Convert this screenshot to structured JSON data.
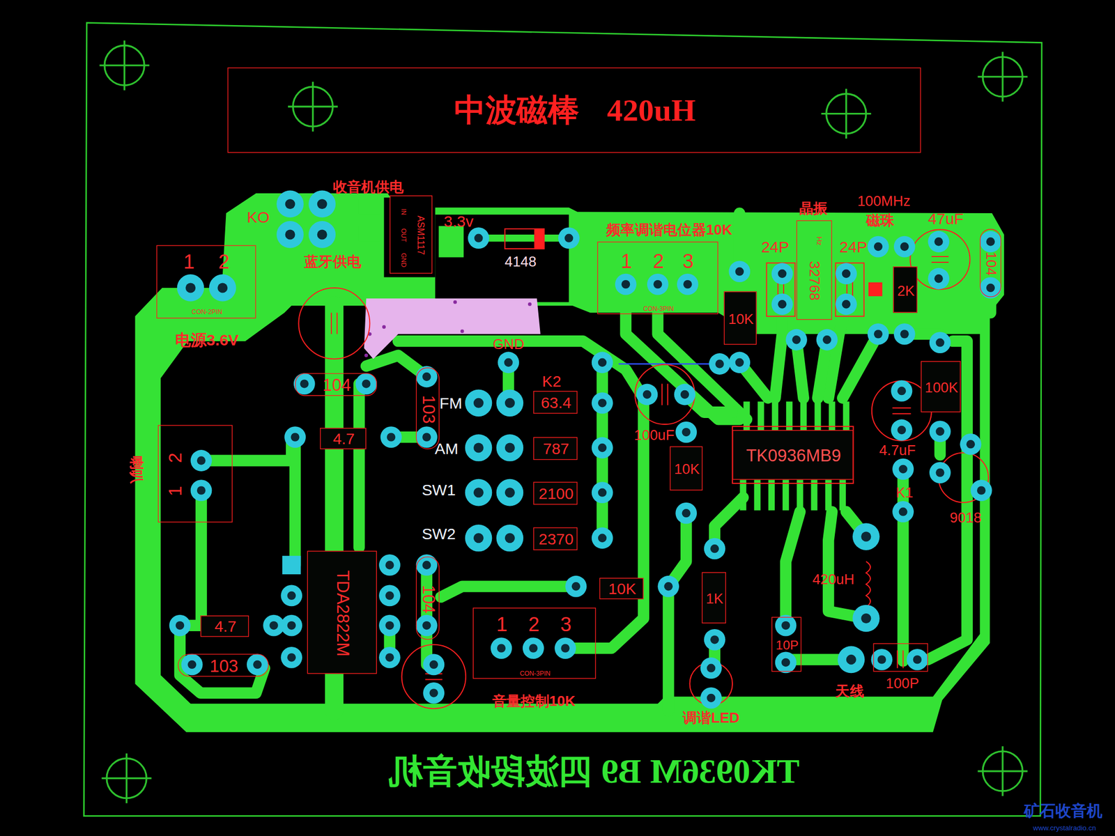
{
  "diagram": {
    "title": "TK0936M B9 四波段收音机",
    "nodes": [
      {
        "text": [
          "中波磁棒 420uH"
        ]
      },
      {
        "text": [
          "ASM1117",
          "IN",
          "OUT",
          "GND"
        ]
      },
      {
        "text": [
          "1",
          "2",
          "CON-2PIN",
          "电源3.6V"
        ]
      },
      {
        "text": [
          "2",
          "1",
          "喇叭"
        ]
      },
      {
        "text": [
          "1",
          "2",
          "3",
          "CON-3PIN",
          "频率调谐电位器10K"
        ]
      },
      {
        "text": [
          "1",
          "2",
          "3",
          "CON-3PIN",
          "音量控制10K"
        ]
      },
      {
        "text": [
          "晶振",
          "32768",
          "Hz"
        ]
      },
      {
        "text": [
          "TK0936MB9"
        ]
      },
      {
        "text": [
          "TDA2822M"
        ]
      },
      {
        "text": [
          "K2",
          "63.4"
        ]
      },
      {
        "text": [
          "787"
        ]
      },
      {
        "text": [
          "2100"
        ]
      },
      {
        "text": [
          "2370"
        ]
      },
      {
        "text": [
          "4.7"
        ]
      },
      {
        "text": [
          "4.7"
        ]
      },
      {
        "text": [
          "10K"
        ]
      },
      {
        "text": [
          "1K"
        ]
      },
      {
        "text": [
          "10K"
        ]
      },
      {
        "text": [
          "10K"
        ]
      },
      {
        "text": [
          "2K"
        ]
      },
      {
        "text": [
          "100K"
        ]
      },
      {
        "text": [
          "104"
        ]
      },
      {
        "text": [
          "103"
        ]
      },
      {
        "text": [
          "104"
        ]
      },
      {
        "text": [
          "103"
        ]
      },
      {
        "text": [
          "104"
        ]
      },
      {
        "text": [
          "10P"
        ]
      },
      {
        "text": [
          "100P"
        ]
      }
    ],
    "labels": [
      "收音机供电",
      "KO",
      "蓝牙供电",
      "3.3v",
      "4148",
      "100MHz",
      "磁珠",
      "47uF",
      "24P",
      "24P",
      "GND",
      "FM",
      "AM",
      "SW1",
      "SW2",
      "100uF",
      "4.7uF",
      "K1",
      "9018",
      "420uH",
      "天线",
      "调谐LED",
      "矿石收音机",
      "www.crystalradio.cn"
    ]
  }
}
